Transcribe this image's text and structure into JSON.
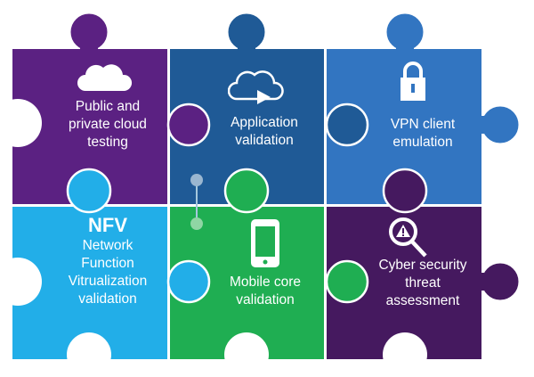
{
  "colors": {
    "cloud_testing": "#5b2182",
    "app_validation": "#1f5a96",
    "vpn": "#3275c1",
    "nfv": "#22aee8",
    "mobile_core": "#1fae52",
    "cyber": "#45195f"
  },
  "pieces": [
    {
      "icon": "cloud-icon",
      "lines": [
        "Public and",
        "private cloud",
        "testing"
      ]
    },
    {
      "icon": "cloud-play-icon",
      "lines": [
        "Application",
        "validation"
      ]
    },
    {
      "icon": "lock-icon",
      "lines": [
        "VPN client",
        "emulation"
      ]
    },
    {
      "icon": "",
      "title": "NFV",
      "lines": [
        "Network",
        "Function",
        "Vitrualization",
        "validation"
      ]
    },
    {
      "icon": "mobile-phone-icon",
      "lines": [
        "Mobile core",
        "validation"
      ]
    },
    {
      "icon": "magnifier-warning-icon",
      "lines": [
        "Cyber security",
        "threat",
        "assessment"
      ]
    }
  ]
}
